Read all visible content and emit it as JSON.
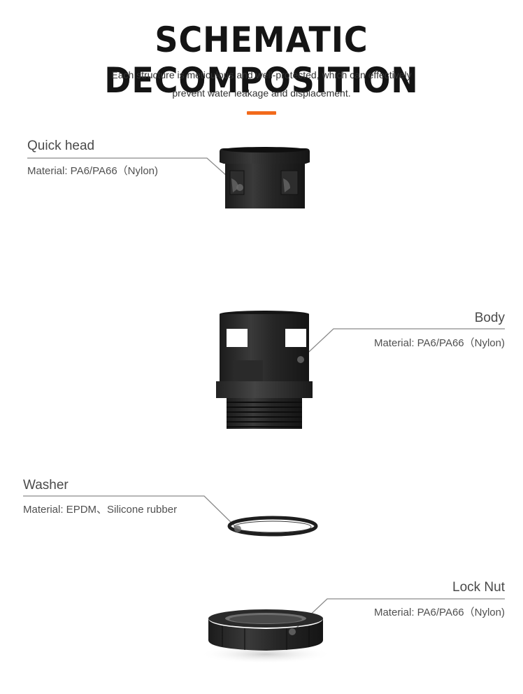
{
  "header": {
    "title": "SCHEMATIC DECOMPOSITION",
    "subtitle_line1": "Each structure is meticulous and well-protected, which can effectively",
    "subtitle_line2": "prevent water leakage and displacement.",
    "accent_color": "#f26a1b"
  },
  "parts": [
    {
      "name": "Quick head",
      "material": "Material: PA6/PA66（Nylon)"
    },
    {
      "name": "Body",
      "material": "Material: PA6/PA66（Nylon)"
    },
    {
      "name": "Washer",
      "material": "Material: EPDM、Silicone rubber"
    },
    {
      "name": "Lock Nut",
      "material": "Material: PA6/PA66（Nylon)"
    }
  ]
}
